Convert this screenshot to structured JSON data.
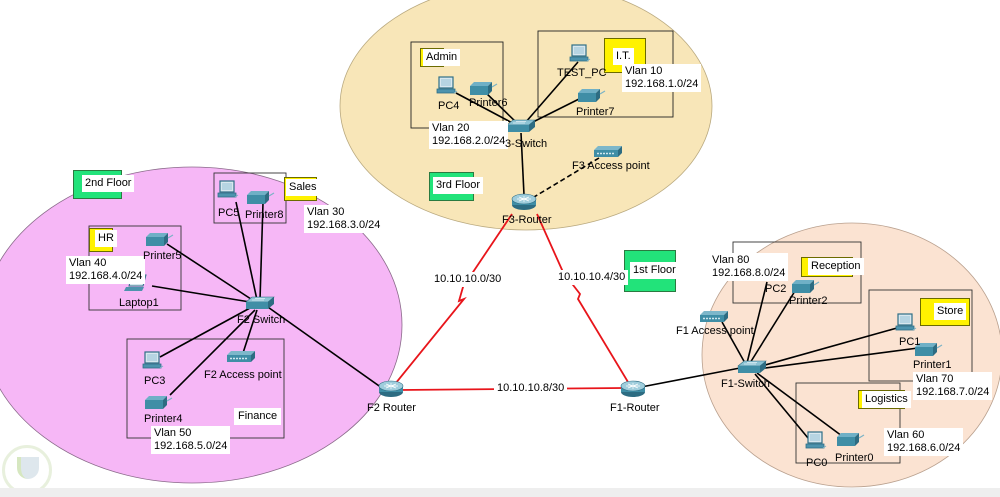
{
  "diagram": {
    "zones": [
      {
        "id": "floor3",
        "label": "3rd Floor",
        "color": "#f8e6b8"
      },
      {
        "id": "floor2",
        "label": "2nd Floor",
        "color": "#f6b7f6"
      },
      {
        "id": "floor1",
        "label": "1st Floor",
        "color": "#fbe3d2"
      }
    ],
    "departments": {
      "admin": {
        "label": "Admin",
        "vlan": "Vlan 20",
        "subnet": "192.168.2.0/24"
      },
      "it": {
        "label": "I.T.",
        "vlan": "Vlan 10",
        "subnet": "192.168.1.0/24"
      },
      "sales": {
        "label": "Sales",
        "vlan": "Vlan 30",
        "subnet": "192.168.3.0/24"
      },
      "hr": {
        "label": "HR",
        "vlan": "Vlan 40",
        "subnet": "192.168.4.0/24"
      },
      "finance": {
        "label": "Finance",
        "vlan": "Vlan 50",
        "subnet": "192.168.5.0/24"
      },
      "reception": {
        "label": "Reception",
        "vlan": "Vlan 80",
        "subnet": "192.168.8.0/24"
      },
      "store": {
        "label": "Store",
        "vlan": "Vlan 70",
        "subnet": "192.168.7.0/24"
      },
      "logistics": {
        "label": "Logistics",
        "vlan": "Vlan 60",
        "subnet": "192.168.6.0/24"
      }
    },
    "devices": {
      "pc4": "PC4",
      "printer6": "Printer6",
      "test_pc": "TEST_PC",
      "printer7": "Printer7",
      "switch3": "3-Switch",
      "ap3": "F3 Access point",
      "router3": "F3-Router",
      "pc5": "PC5",
      "printer8": "Printer8",
      "printer5": "Printer5",
      "laptop1": "Laptop1",
      "switch2": "F2 Switch",
      "pc3": "PC3",
      "ap2": "F2 Access point",
      "printer4": "Printer4",
      "router2": "F2 Router",
      "pc2": "PC2",
      "printer2": "Printer2",
      "ap1": "F1 Access point",
      "switch1": "F1-Switch",
      "pc1": "PC1",
      "printer1": "Printer1",
      "pc0": "PC0",
      "printer0": "Printer0",
      "router1": "F1-Router"
    },
    "wan_links": [
      {
        "label": "10.10.10.0/30",
        "from": "F3-Router",
        "to": "F2 Router"
      },
      {
        "label": "10.10.10.4/30",
        "from": "F3-Router",
        "to": "F1-Router"
      },
      {
        "label": "10.10.10.8/30",
        "from": "F2 Router",
        "to": "F1-Router"
      }
    ],
    "colors": {
      "wan_link": "#e8151b",
      "lan_link": "#000000",
      "floor_tag": "#22e37a",
      "dept_tag": "#fff200",
      "device": "#3f8ea6"
    }
  }
}
